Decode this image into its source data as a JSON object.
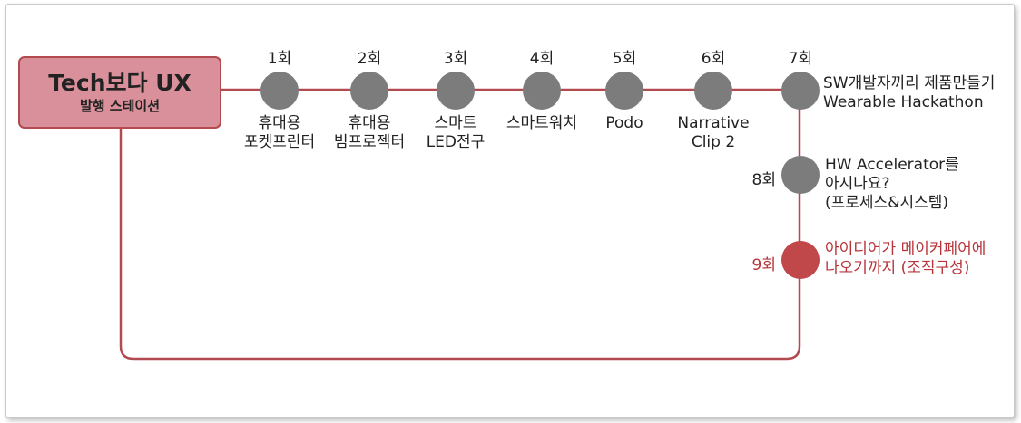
{
  "station": {
    "title": "Tech보다 UX",
    "subtitle": "발행 스테이션"
  },
  "colors": {
    "line": "#b24a4f",
    "node": "#7c7c7c",
    "active": "#c0474a",
    "station_fill": "#d9909a"
  },
  "episodes": [
    {
      "number": "1회",
      "lines": [
        "휴대용",
        "포켓프린터"
      ]
    },
    {
      "number": "2회",
      "lines": [
        "휴대용",
        "빔프로젝터"
      ]
    },
    {
      "number": "3회",
      "lines": [
        "스마트",
        "LED전구"
      ]
    },
    {
      "number": "4회",
      "lines": [
        "스마트워치"
      ]
    },
    {
      "number": "5회",
      "lines": [
        "Podo"
      ]
    },
    {
      "number": "6회",
      "lines": [
        "Narrative",
        "Clip 2"
      ]
    },
    {
      "number": "7회",
      "lines": [
        "SW개발자끼리 제품만들기",
        "Wearable Hackathon"
      ]
    },
    {
      "number": "8회",
      "lines": [
        "HW Accelerator를",
        "아시나요?",
        "(프로세스&시스템)"
      ]
    },
    {
      "number": "9회",
      "lines": [
        "아이디어가 메이커페어에",
        "나오기까지 (조직구성)"
      ],
      "current": true
    }
  ]
}
